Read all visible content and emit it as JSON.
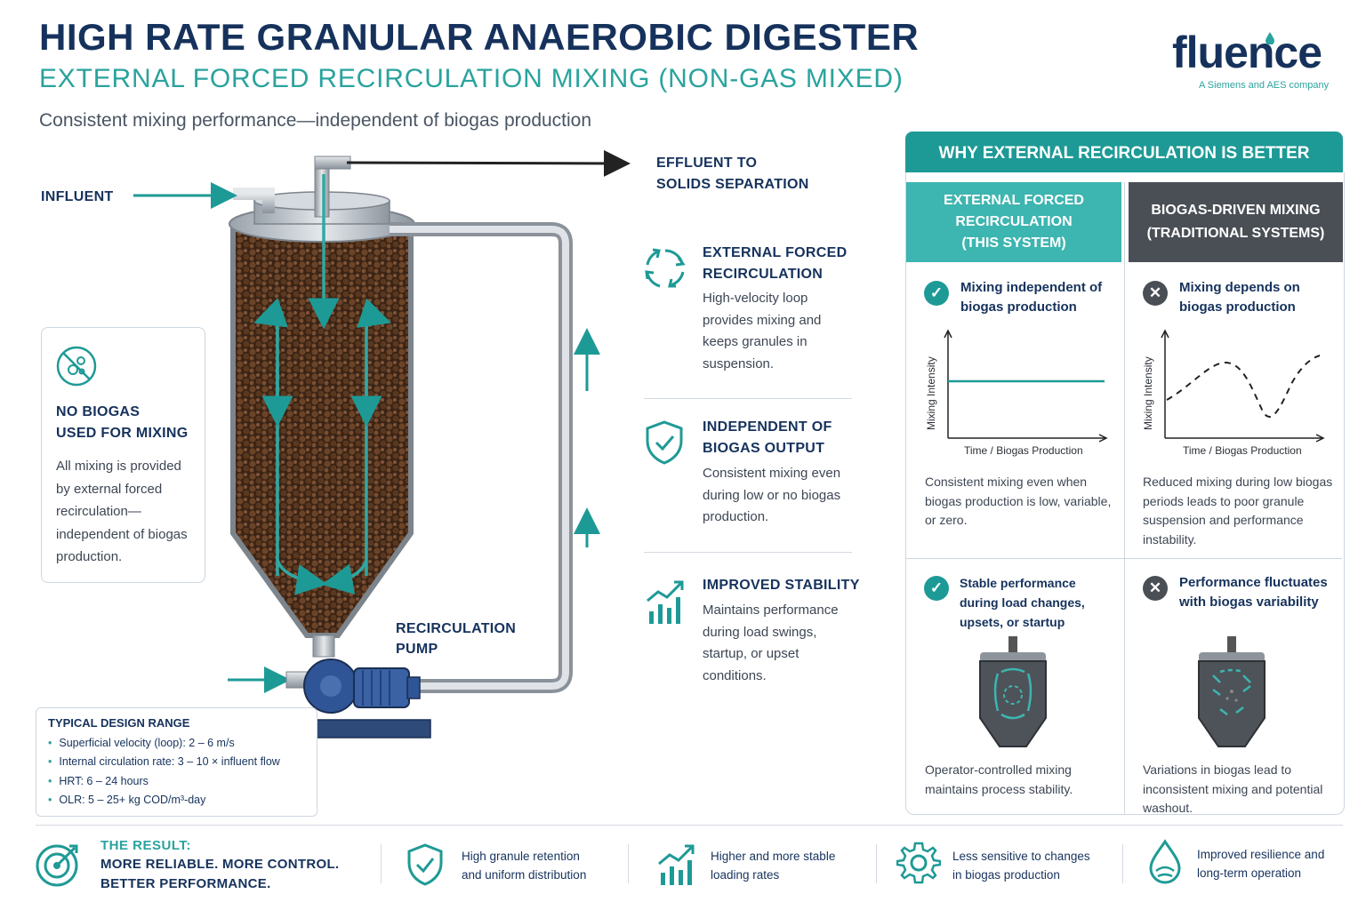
{
  "header": {
    "title": "HIGH RATE GRANULAR ANAEROBIC DIGESTER",
    "subtitle": "EXTERNAL FORCED RECIRCULATION MIXING (NON-GAS MIXED)",
    "tagline": "Consistent mixing performance—independent of biogas production"
  },
  "logo": {
    "name": "fluence",
    "tagline": "A Siemens and AES company"
  },
  "diagram": {
    "influent_label": "INFLUENT",
    "effluent_label_line1": "EFFLUENT TO",
    "effluent_label_line2": "SOLIDS SEPARATION",
    "pump_label_line1": "RECIRCULATION",
    "pump_label_line2": "PUMP"
  },
  "note": {
    "title_line1": "NO BIOGAS",
    "title_line2": "USED FOR MIXING",
    "body": "All mixing is provided by external forced recirculation—independent of biogas production."
  },
  "design_range": {
    "title": "TYPICAL DESIGN RANGE",
    "items": [
      "Superficial velocity (loop): 2 – 6 m/s",
      "Internal circulation rate: 3 – 10 × influent flow",
      "HRT: 6 – 24 hours",
      "OLR: 5 – 25+ kg COD/m³-day"
    ]
  },
  "features": [
    {
      "title_line1": "EXTERNAL FORCED",
      "title_line2": "RECIRCULATION",
      "body": "High-velocity loop provides mixing and keeps granules in suspension.",
      "icon": "recycle-arrows-icon"
    },
    {
      "title_line1": "INDEPENDENT OF",
      "title_line2": "BIOGAS OUTPUT",
      "body": "Consistent mixing even during low or no biogas production.",
      "icon": "shield-check-icon"
    },
    {
      "title_line1": "IMPROVED STABILITY",
      "body": "Maintains performance during load swings, startup, or upset conditions.",
      "icon": "growth-chart-icon"
    }
  ],
  "comparison": {
    "heading": "WHY EXTERNAL RECIRCULATION IS BETTER",
    "col_a": {
      "head_line1": "EXTERNAL FORCED",
      "head_line2": "RECIRCULATION",
      "head_line3": "(THIS SYSTEM)",
      "point1_title": "Mixing independent of biogas production",
      "chart_ylabel": "Mixing Intensity",
      "chart_xlabel": "Time / Biogas Production",
      "point1_body": "Consistent mixing even when biogas production is low, variable, or zero.",
      "point2_title": "Stable performance during load changes, upsets, or startup",
      "point2_body": "Operator-controlled mixing maintains process stability."
    },
    "col_b": {
      "head_line1": "BIOGAS-DRIVEN MIXING",
      "head_line2": "(TRADITIONAL SYSTEMS)",
      "point1_title": "Mixing depends on biogas production",
      "chart_ylabel": "Mixing Intensity",
      "chart_xlabel": "Time / Biogas Production",
      "point1_body": "Reduced mixing during low biogas periods leads to poor granule suspension and performance instability.",
      "point2_title": "Performance fluctuates with biogas variability",
      "point2_body": "Variations in biogas lead to inconsistent mixing and potential washout."
    }
  },
  "result": {
    "label": "THE RESULT:",
    "line1": "MORE RELIABLE. MORE CONTROL.",
    "line2": "BETTER PERFORMANCE.",
    "benefits": [
      {
        "line1": "High granule retention",
        "line2": "and uniform distribution"
      },
      {
        "line1": "Higher and more stable",
        "line2": "loading rates"
      },
      {
        "line1": "Less sensitive to changes",
        "line2": "in biogas production"
      },
      {
        "line1": "Improved resilience and",
        "line2": "long-term operation"
      }
    ]
  },
  "colors": {
    "navy": "#16325c",
    "teal": "#1e9a96",
    "teal_light": "#3db5b0",
    "dark_gray": "#4a4f56"
  }
}
